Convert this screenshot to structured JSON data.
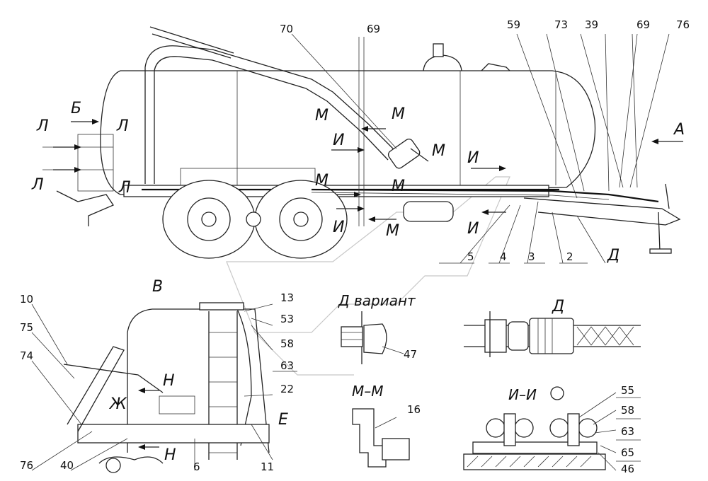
{
  "top_callouts": [
    "70",
    "69",
    "59",
    "73",
    "39",
    "69",
    "76"
  ],
  "bottom_callouts": [
    "5",
    "4",
    "3",
    "2",
    "Д"
  ],
  "left_letters": [
    "Л",
    "Б",
    "Л",
    "Л",
    "Л"
  ],
  "section_letters": [
    "М",
    "М",
    "И",
    "М",
    "М",
    "И",
    "М",
    "И",
    "И",
    "М",
    "А"
  ],
  "view_v": {
    "title": "В",
    "callouts_left": [
      "10",
      "75",
      "74",
      "76",
      "40"
    ],
    "callouts_mid": [
      "13",
      "53",
      "58",
      "63",
      "22",
      "11",
      "6"
    ],
    "letters": [
      "Н",
      "Ж",
      "Н",
      "Е"
    ]
  },
  "view_d_variant": {
    "title": "Д вариант",
    "callout": "47"
  },
  "view_d": {
    "title": "Д"
  },
  "view_mm": {
    "title": "М–М",
    "callout": "16"
  },
  "view_ii": {
    "title": "И–И",
    "callouts": [
      "55",
      "58",
      "63",
      "65",
      "46"
    ]
  }
}
